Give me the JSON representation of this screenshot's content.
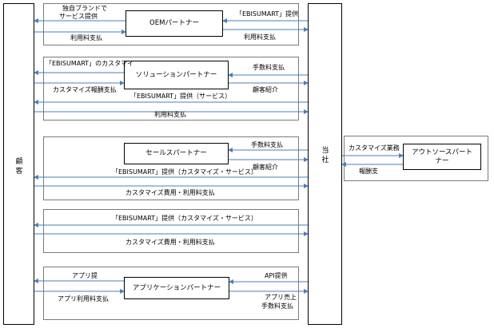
{
  "entities": {
    "customer": "顧客",
    "company": "当社"
  },
  "partners": {
    "oem": "OEMパートナー",
    "solution": "ソリューションパートナー",
    "sales": "セールスパートナー",
    "app": "アプリケーションパートナー",
    "outsource": "アウトソースパートナー"
  },
  "labels": {
    "oem_left_top_1": "独自ブランドで",
    "oem_left_top_2": "サービス提供",
    "oem_left_bottom": "利用料支払",
    "oem_right_top": "「EBISUMART」提供",
    "oem_right_bottom": "利用料支払",
    "sol_left_top": "「EBISUMART」のカスタマイ",
    "sol_left_bottom": "カスタマイズ報酬支払",
    "sol_right_top": "手数料支払",
    "sol_right_bottom": "顧客紹介",
    "sol_full_provide": "「EBISUMART」提供（サービス）",
    "sol_full_pay": "利用料支払",
    "sales_right_top": "手数料支払",
    "sales_right_bottom": "顧客紹介",
    "sales_provide": "「EBISUMART」提供（カスタマイズ・サービス）",
    "sales_pay": "カスタマイズ費用・利用料支払",
    "direct_provide": "「EBISUMART」提供（カスタマイズ・サービス）",
    "direct_pay": "カスタマイズ費用・利用料支払",
    "app_left_top": "アプリ提",
    "app_left_bottom": "アプリ利用料支払",
    "app_right_top": "API提供",
    "app_right_bottom_1": "アプリ売上",
    "app_right_bottom_2": "手数料支払",
    "out_top": "カスタマイズ業務",
    "out_bottom": "報酬支"
  },
  "colors": {
    "arrow": "#4a7ebf",
    "box_border": "#000000",
    "group_border": "#7a7a7a"
  }
}
